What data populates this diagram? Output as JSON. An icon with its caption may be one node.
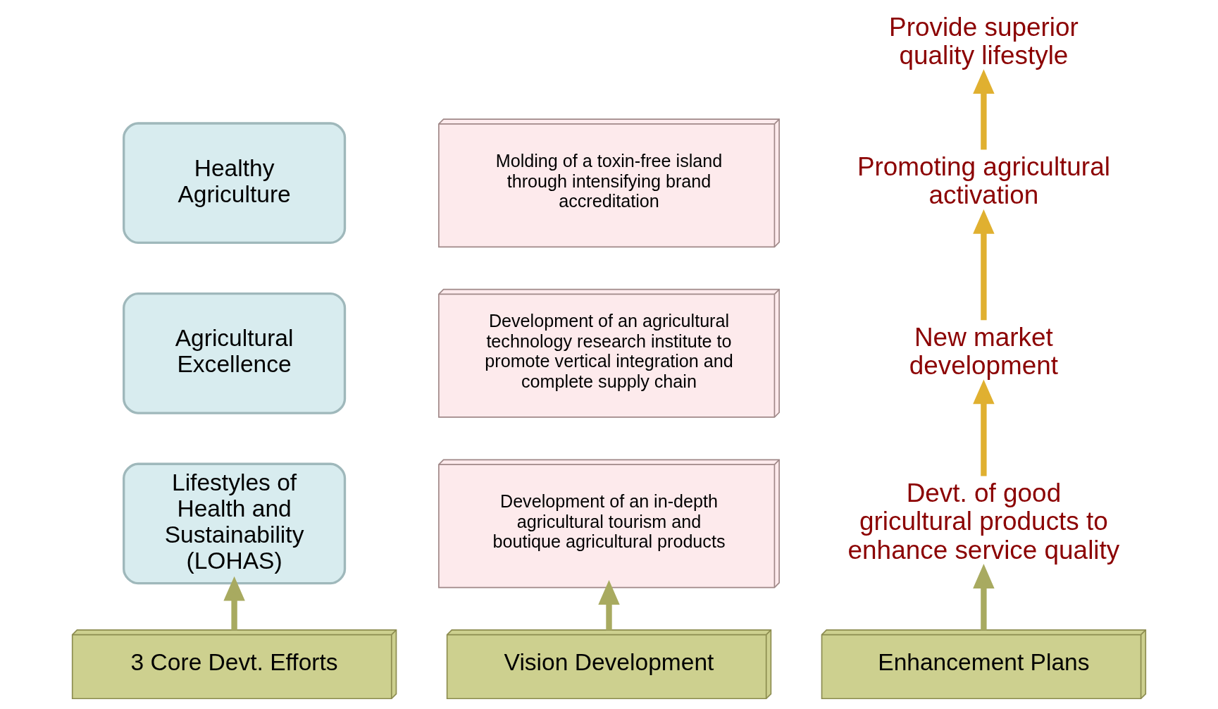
{
  "diagram": {
    "nodes": [
      {
        "text": [
          "Healthy Agriculture"
        ]
      },
      {
        "text": [
          "Agricultural Excellence"
        ]
      },
      {
        "text": [
          "Lifestyles of Health and Sustainability (LOHAS)"
        ]
      },
      {
        "text": [
          "Molding of a toxin-free island through intensifying brand accreditation"
        ]
      },
      {
        "text": [
          "Development of an agricultural technology research institute to promote vertical integration and complete supply chain"
        ]
      },
      {
        "text": [
          "Development of an in-depth agricultural tourism and boutique agricultural products"
        ]
      },
      {
        "text": [
          "Provide superior quality lifestyle"
        ]
      },
      {
        "text": [
          "Promoting agricultural activation"
        ]
      },
      {
        "text": [
          "New market development"
        ]
      },
      {
        "text": [
          "Devt. of good gricultural products to enhance service quality"
        ]
      },
      {
        "text": [
          "3 Core Devt. Efforts"
        ]
      },
      {
        "text": [
          "Vision Development"
        ]
      },
      {
        "text": [
          "Enhancement Plans"
        ]
      }
    ],
    "edges": [
      {
        "from": 10,
        "to": 2,
        "arrow": "to"
      },
      {
        "from": 11,
        "to": 5,
        "arrow": "to"
      },
      {
        "from": 12,
        "to": 9,
        "arrow": "to"
      },
      {
        "from": 9,
        "to": 8,
        "arrow": "to",
        "color": "#e0b030"
      },
      {
        "from": 8,
        "to": 7,
        "arrow": "to",
        "color": "#e0b030"
      },
      {
        "from": 7,
        "to": 6,
        "arrow": "to",
        "color": "#e0b030"
      }
    ]
  }
}
